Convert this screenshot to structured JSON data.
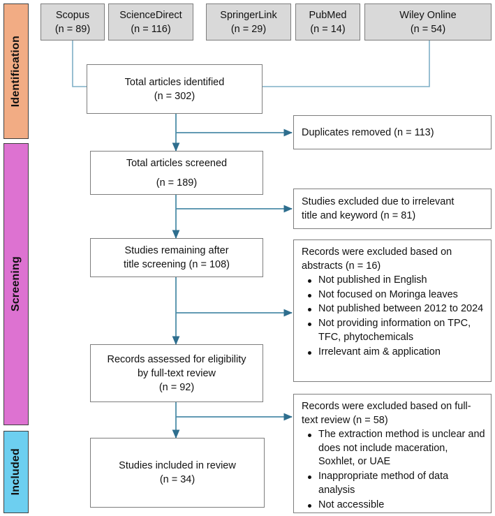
{
  "figure": {
    "type": "prisma-flow-diagram",
    "accent_colors": {
      "identification": "#F2AC84",
      "screening": "#DD72D1",
      "included": "#6DCFF0",
      "source_box_fill": "#D9D9D9",
      "box_border": "#7D7D7D",
      "connector": "#5B93AE"
    }
  },
  "phases": [
    {
      "id": "identification",
      "label": "Identification"
    },
    {
      "id": "screening",
      "label": "Screening"
    },
    {
      "id": "included",
      "label": "Included"
    }
  ],
  "sources": [
    {
      "name": "Scopus",
      "count": "(n = 89)"
    },
    {
      "name": "ScienceDirect",
      "count": "(n = 116)"
    },
    {
      "name": "SpringerLink",
      "count": "(n = 29)"
    },
    {
      "name": "PubMed",
      "count": "(n = 14)"
    },
    {
      "name": "Wiley Online",
      "count": "(n = 54)"
    }
  ],
  "flow": {
    "identified": {
      "line1": "Total articles identified",
      "line2": "(n = 302)"
    },
    "screened": {
      "line1": "Total articles screened",
      "line2": "(n = 189)"
    },
    "after_title": {
      "line1": "Studies remaining after",
      "line2": "title screening (n = 108)"
    },
    "eligibility": {
      "line1": "Records assessed for eligibility",
      "line2": "by full-text review",
      "line3": "(n = 92)"
    },
    "included": {
      "line1": "Studies included in review",
      "line2": "(n = 34)"
    }
  },
  "exclusions": {
    "duplicates": {
      "text": "Duplicates removed (n = 113)"
    },
    "title_keyword": {
      "line1": "Studies excluded due to irrelevant",
      "line2": "title and keyword (n = 81)"
    },
    "abstracts": {
      "line1": "Records were excluded based on",
      "line2": "abstracts (n = 16)",
      "reasons": [
        "Not published in English",
        "Not focused on Moringa leaves",
        "Not published between 2012 to 2024",
        "Not providing information on TPC, TFC, phytochemicals",
        "Irrelevant aim & application"
      ]
    },
    "fulltext": {
      "line1": "Records were excluded based on full-",
      "line2": "text review (n = 58)",
      "reasons": [
        "The extraction method is unclear and does not include maceration, Soxhlet, or UAE",
        "Inappropriate method of data analysis",
        "Not accessible"
      ]
    }
  }
}
